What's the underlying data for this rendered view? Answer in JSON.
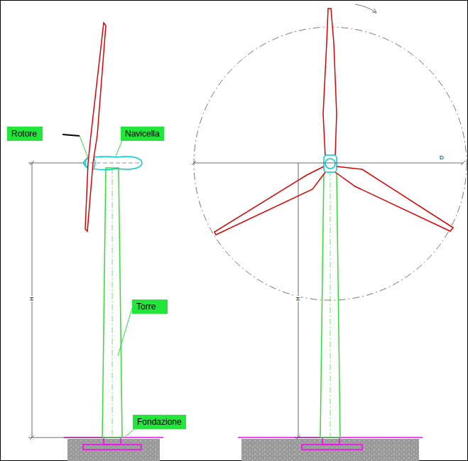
{
  "diagram": {
    "nodes": [
      {
        "text": [
          "Rotore"
        ]
      },
      {
        "text": [
          "Navicella"
        ]
      },
      {
        "text": [
          "Torre"
        ]
      },
      {
        "text": [
          "Fondazione"
        ]
      }
    ],
    "labels": [
      "H",
      "H",
      "D"
    ]
  }
}
